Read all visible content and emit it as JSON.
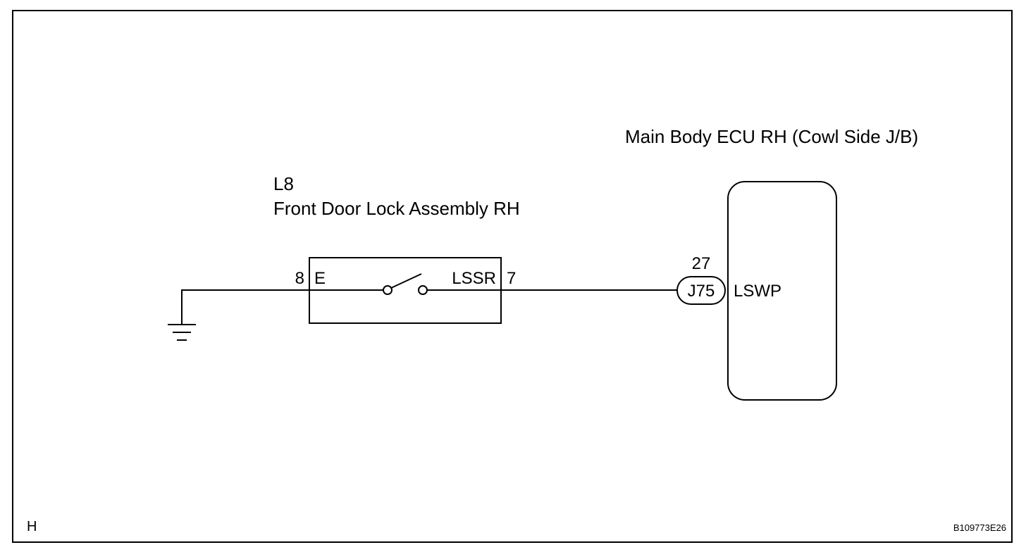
{
  "diagram": {
    "corner_letter": "H",
    "figure_code": "B109773E26",
    "switch_component": {
      "code": "L8",
      "name": "Front Door Lock Assembly RH",
      "pin_left_number": "8",
      "pin_left_name": "E",
      "pin_right_name": "LSSR",
      "pin_right_number": "7"
    },
    "ecu": {
      "name": "Main Body ECU RH (Cowl Side J/B)",
      "connector_code": "J75",
      "connector_pin": "27",
      "terminal_name": "LSWP"
    }
  }
}
